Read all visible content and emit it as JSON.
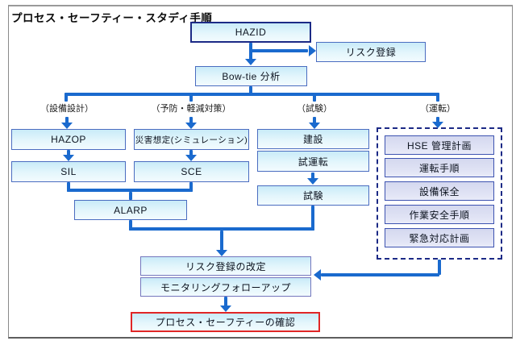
{
  "title": "プロセス・セーフティー・スタディ手順",
  "colors": {
    "connector_blue": "#1a6ace",
    "navy_border": "#1c2a86",
    "box_border_blue": "#4a6cc0",
    "slate_border": "#7477bd",
    "red_border": "#e02626",
    "cyan_fill": "#d6f0fa",
    "lavender_fill": "#d9dcf0"
  },
  "branch_labels": [
    {
      "id": "equipment-design",
      "label": "（設備設計）"
    },
    {
      "id": "prevention-mitigation",
      "label": "（予防・軽減対策）"
    },
    {
      "id": "testing",
      "label": "（試験）"
    },
    {
      "id": "operation",
      "label": "（運転）"
    }
  ],
  "nodes": [
    {
      "id": "hazid",
      "label": "HAZID"
    },
    {
      "id": "risk-register",
      "label": "リスク登録"
    },
    {
      "id": "bowtie-analysis",
      "label": "Bow-tie 分析"
    },
    {
      "id": "hazop",
      "label": "HAZOP"
    },
    {
      "id": "sil",
      "label": "SIL"
    },
    {
      "id": "disaster-simulation",
      "label": "災害想定(シミュレーション)"
    },
    {
      "id": "sce",
      "label": "SCE"
    },
    {
      "id": "alarp",
      "label": "ALARP"
    },
    {
      "id": "construction",
      "label": "建設"
    },
    {
      "id": "commissioning",
      "label": "試運転"
    },
    {
      "id": "test",
      "label": "試験"
    },
    {
      "id": "hse-management-plan",
      "label": "HSE 管理計画"
    },
    {
      "id": "operation-procedures",
      "label": "運転手順"
    },
    {
      "id": "equipment-maintenance",
      "label": "設備保全"
    },
    {
      "id": "work-safety-procedures",
      "label": "作業安全手順"
    },
    {
      "id": "emergency-response-plan",
      "label": "緊急対応計画"
    },
    {
      "id": "risk-register-revision",
      "label": "リスク登録の改定"
    },
    {
      "id": "monitoring-followup",
      "label": "モニタリングフォローアップ"
    },
    {
      "id": "process-safety-confirmation",
      "label": "プロセス・セーフティーの確認"
    }
  ]
}
